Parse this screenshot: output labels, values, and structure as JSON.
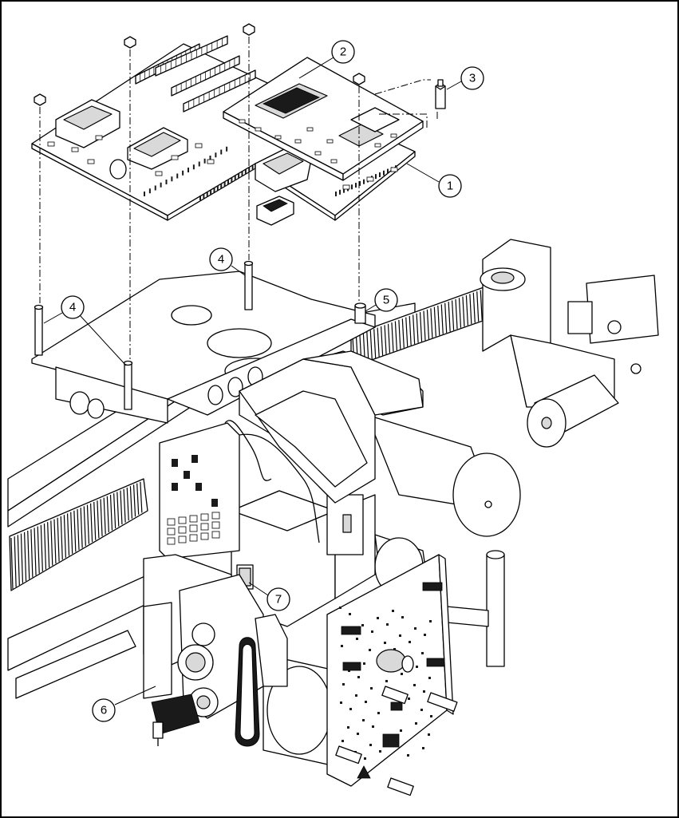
{
  "figure": {
    "callouts": [
      {
        "id": "c1",
        "number": "1"
      },
      {
        "id": "c2",
        "number": "2"
      },
      {
        "id": "c3",
        "number": "3"
      },
      {
        "id": "c4a",
        "number": "4"
      },
      {
        "id": "c4b",
        "number": "4"
      },
      {
        "id": "c5",
        "number": "5"
      },
      {
        "id": "c6",
        "number": "6"
      },
      {
        "id": "c7",
        "number": "7"
      }
    ],
    "colors": {
      "line": "#000000",
      "background": "#ffffff",
      "shade": "#d9d9d9",
      "dark": "#1a1a1a"
    }
  }
}
